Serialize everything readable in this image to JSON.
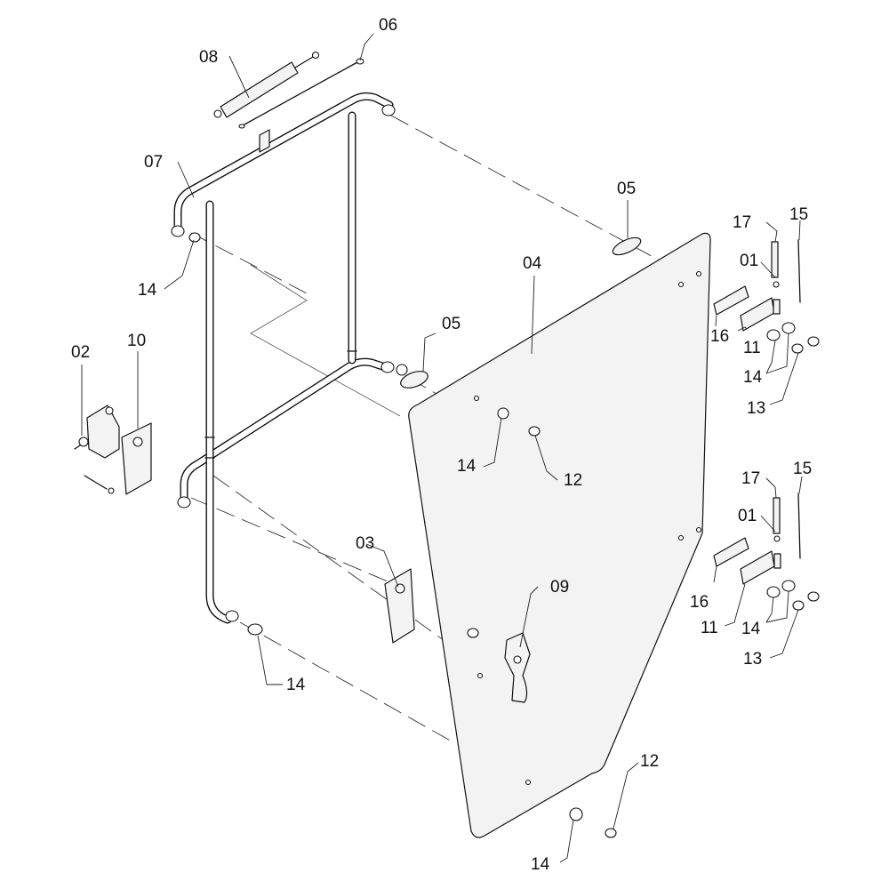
{
  "callouts": {
    "c06": "06",
    "c08": "08",
    "c07": "07",
    "c14_upper_left": "14",
    "c05_upper": "05",
    "c04": "04",
    "c05_middle": "05",
    "c02": "02",
    "c10": "10",
    "c14_mid": "14",
    "c12_mid": "12",
    "c03": "03",
    "c09": "09",
    "c14_lower_left": "14",
    "c12_bottom": "12",
    "c14_bottom": "14",
    "c17_upper": "17",
    "c15_upper": "15",
    "c01_upper": "01",
    "c16_upper": "16",
    "c11_upper": "11",
    "c14_upper_hinge": "14",
    "c13_upper": "13",
    "c17_lower": "17",
    "c15_lower": "15",
    "c01_lower": "01",
    "c16_lower": "16",
    "c11_lower": "11",
    "c14_lower_hinge": "14",
    "c13_lower": "13"
  },
  "colors": {
    "line": "#111111",
    "panel_fill": "#f3f3f3",
    "background": "#ffffff"
  }
}
